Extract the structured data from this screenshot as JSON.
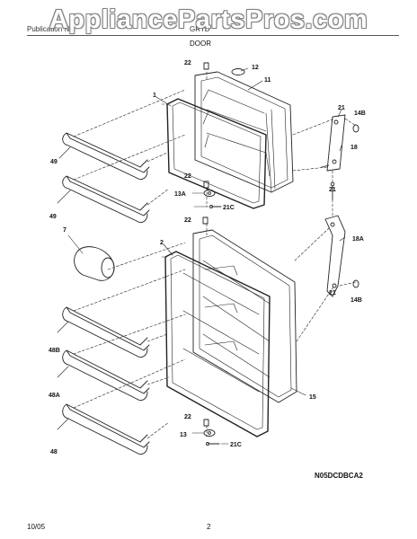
{
  "watermark": "AppliancePartsPros.com",
  "header": {
    "left": "Publication No.",
    "right": "GRTD",
    "section": "DOOR"
  },
  "diagram_code": "N05DCDBCA2",
  "footer": {
    "date": "10/05",
    "page": "2"
  },
  "callouts": {
    "c22a": "22",
    "c12": "12",
    "c11": "11",
    "c1": "1",
    "c21a": "21",
    "c14Ba": "14B",
    "c18": "18",
    "c21b": "21",
    "c49a": "49",
    "c49b": "49",
    "c22b": "22",
    "c13A": "13A",
    "c21Ca": "21C",
    "c22c": "22",
    "c7": "7",
    "c2": "2",
    "c18A": "18A",
    "c21c": "21",
    "c14Bb": "14B",
    "c48B": "48B",
    "c48A": "48A",
    "c48": "48",
    "c15": "15",
    "c22d": "22",
    "c13": "13",
    "c21Cb": "21C"
  }
}
